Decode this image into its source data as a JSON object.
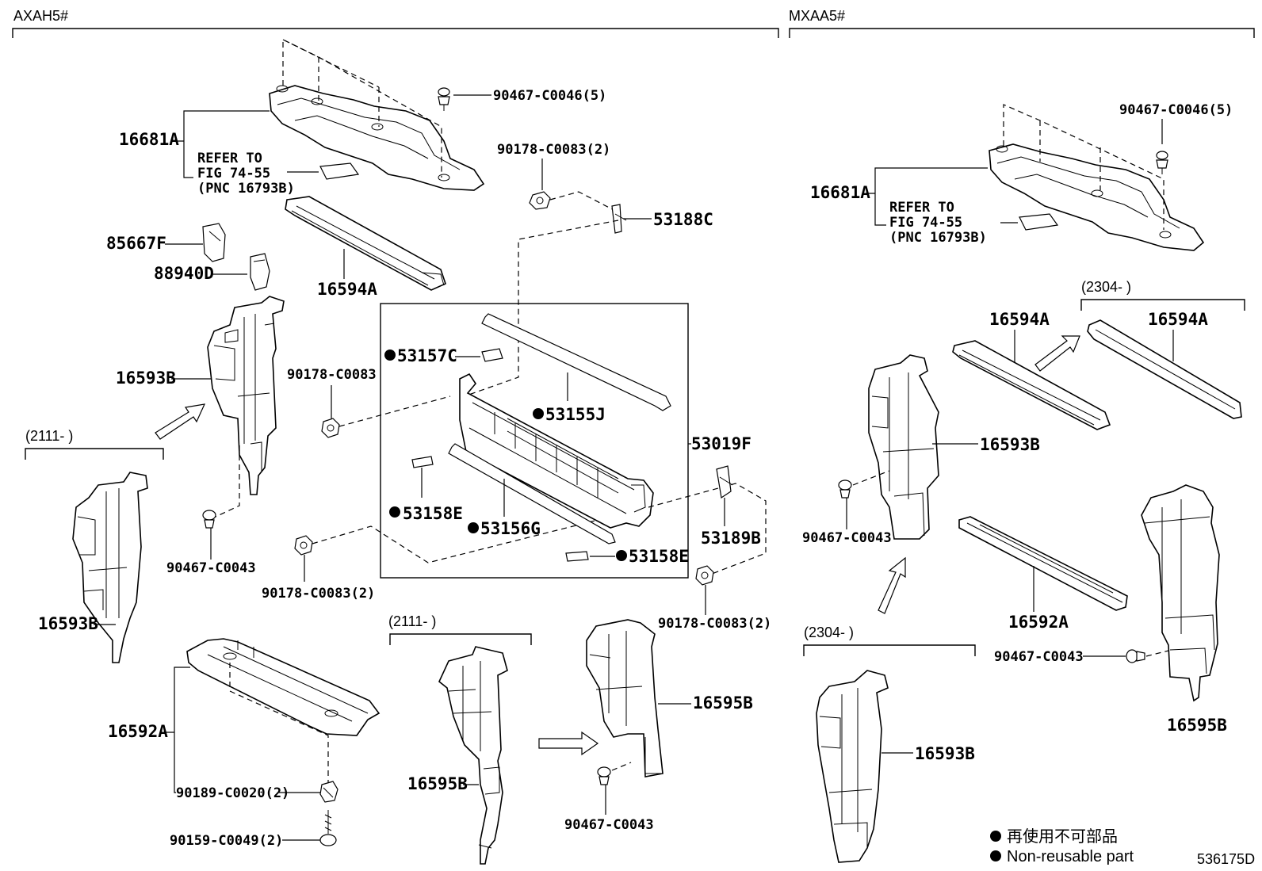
{
  "groups": {
    "left": "AXAH5#",
    "right": "MXAA5#"
  },
  "date_ranges": {
    "left_2111": "(2111-      )",
    "center_2111": "(2111-      )",
    "right_2304_top": "(2304-      )",
    "right_2304_bottom": "(2304-      )"
  },
  "refer": {
    "line1": "REFER TO",
    "line2": "FIG 74-55",
    "line3": "(PNC 16793B)"
  },
  "labels": {
    "p16681A_l": "16681A",
    "p90467_C0046_l": "90467-C0046(5)",
    "p90178_C0083_2_top": "90178-C0083(2)",
    "p53188C": "53188C",
    "p85667F": "85667F",
    "p88940D": "88940D",
    "p16594A_l": "16594A",
    "p16593B_l1": "16593B",
    "p90178_C0083": "90178-C0083",
    "p53157C": "53157C",
    "p53155J": "53155J",
    "p53019F": "53019F",
    "p53158E_a": "53158E",
    "p53156G": "53156G",
    "p53158E_b": "53158E",
    "p53189B": "53189B",
    "p90467_C0043_l": "90467-C0043",
    "p90178_C0083_2_mid": "90178-C0083(2)",
    "p90178_C0083_2_right": "90178-C0083(2)",
    "p16593B_l2": "16593B",
    "p16592A_l": "16592A",
    "p90189_C0020": "90189-C0020(2)",
    "p90159_C0049": "90159-C0049(2)",
    "p16595B_c": "16595B",
    "p16595B_r": "16595B",
    "p90467_C0043_c": "90467-C0043",
    "p90467_C0046_r": "90467-C0046(5)",
    "p16681A_r": "16681A",
    "p16594A_r1": "16594A",
    "p16594A_r2": "16594A",
    "p16593B_r1": "16593B",
    "p90467_C0043_r1": "90467-C0043",
    "p16592A_r": "16592A",
    "p90467_C0043_r2": "90467-C0043",
    "p16595B_rr": "16595B",
    "p16593B_r2": "16593B"
  },
  "legend": {
    "jp": "再使用不可部品",
    "en": "Non-reusable part"
  },
  "figure_id": "536175D"
}
